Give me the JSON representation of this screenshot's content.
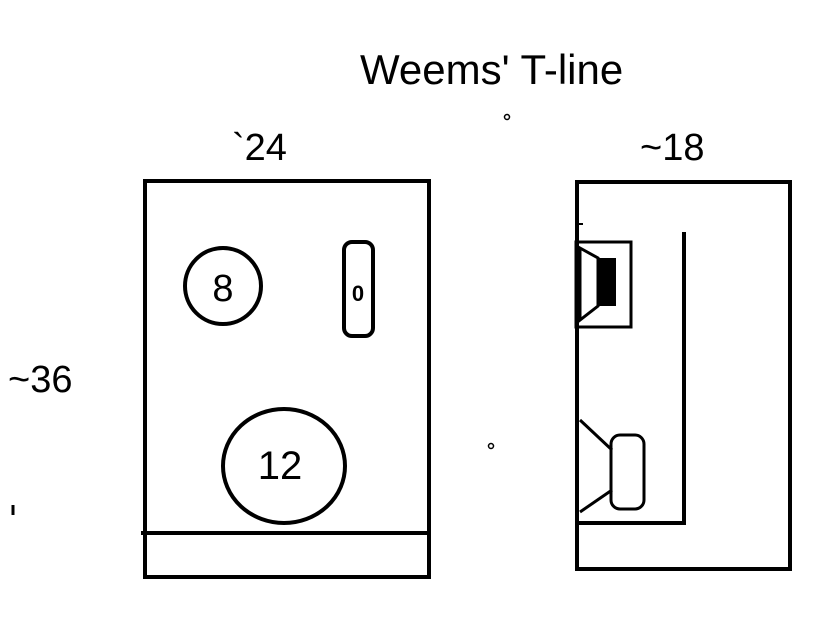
{
  "title": "Weems' T-line",
  "front_view": {
    "width_label": "`24",
    "height_label": "~36",
    "upper_driver_label": "8",
    "tweeter_label": "0",
    "woofer_label": "12"
  },
  "side_view": {
    "depth_label": "~18"
  },
  "colors": {
    "stroke": "#000000",
    "background": "#ffffff"
  }
}
